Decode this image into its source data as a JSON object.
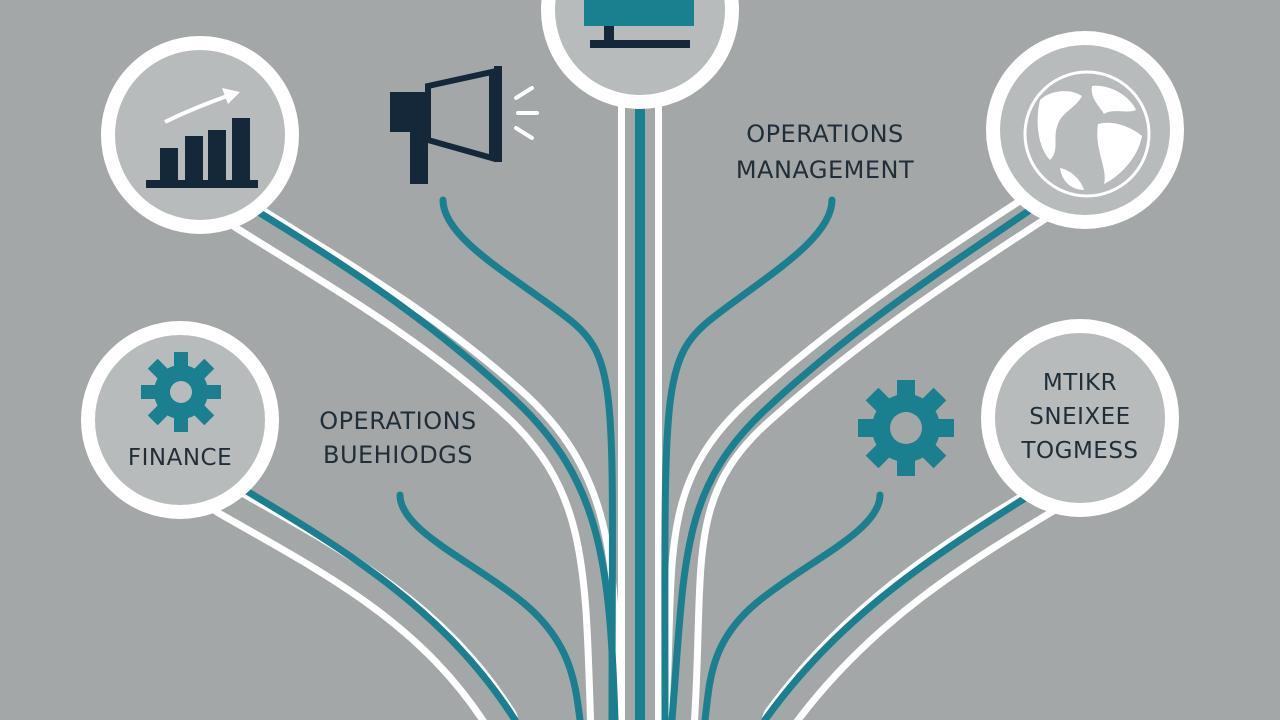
{
  "labels": {
    "ops_management": [
      "OPERATIONS",
      "MANAGEMENT"
    ],
    "ops_business": [
      "OPERATIONS",
      "BUEHIODGS"
    ],
    "finance": "FINANCE",
    "right_bottom": [
      "MTIKR",
      "SNEIXEE",
      "TOGMESS"
    ]
  },
  "icons": {
    "top_left": "growth-chart-icon",
    "top_center": "monitor-icon",
    "megaphone": "megaphone-icon",
    "top_right": "globe-icon",
    "bottom_left": "gear-icon",
    "center_right": "gear-icon"
  },
  "colors": {
    "background": "#a3a7a8",
    "teal": "#1a7f8e",
    "white": "#ffffff",
    "navy": "#15283a",
    "circle_fill": "#b7bbbc"
  }
}
